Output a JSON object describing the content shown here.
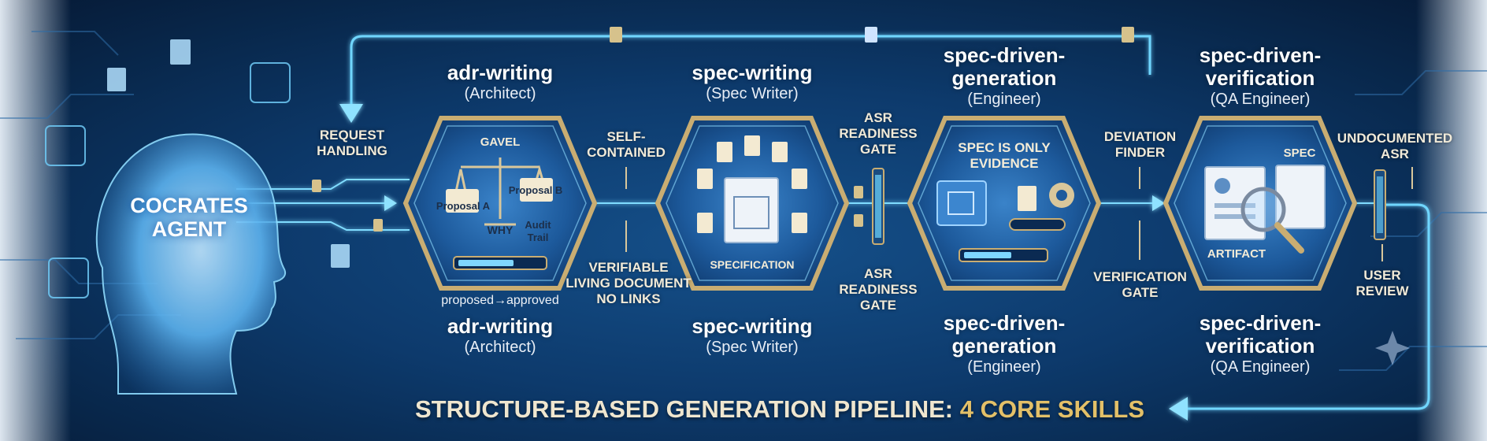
{
  "agent": {
    "line1": "COCRATES",
    "line2": "AGENT"
  },
  "title": {
    "main": "STRUCTURE-BASED GENERATION PIPELINE:",
    "highlight": "4 CORE SKILLS"
  },
  "skills": [
    {
      "top_name": "adr-writing",
      "top_role": "(Architect)",
      "bottom_name": "adr-writing",
      "bottom_role": "(Architect)",
      "inner": {
        "gavel": "GAVEL",
        "proposal_a": "Proposal A",
        "proposal_b": "Proposal B",
        "why": "WHY",
        "audit": "Audit Trail"
      },
      "caption": "proposed→approved"
    },
    {
      "top_name": "spec-writing",
      "top_role": "(Spec Writer)",
      "bottom_name": "spec-writing",
      "bottom_role": "(Spec Writer)",
      "inner": {
        "label": "SPECIFICATION"
      }
    },
    {
      "top_name_1": "spec-driven-",
      "top_name_2": "generation",
      "top_role": "(Engineer)",
      "bottom_name_1": "spec-driven-",
      "bottom_name_2": "generation",
      "bottom_role": "(Engineer)",
      "inner": {
        "label_1": "SPEC IS ONLY",
        "label_2": "EVIDENCE"
      }
    },
    {
      "top_name_1": "spec-driven-",
      "top_name_2": "verification",
      "top_role": "(QA Engineer)",
      "bottom_name_1": "spec-driven-",
      "bottom_name_2": "verification",
      "bottom_role": "(QA Engineer)",
      "inner": {
        "spec": "SPEC",
        "artifact": "ARTIFACT"
      }
    }
  ],
  "labels": {
    "request_1": "REQUEST",
    "request_2": "HANDLING",
    "self_1": "SELF-",
    "self_2": "CONTAINED",
    "verifiable_1": "VERIFIABLE",
    "verifiable_2": "LIVING DOCUMENT",
    "verifiable_3": "NO LINKS",
    "asr_top_1": "ASR",
    "asr_top_2": "READINESS",
    "asr_top_3": "GATE",
    "asr_bot_1": "ASR",
    "asr_bot_2": "READINESS",
    "asr_bot_3": "GATE",
    "deviation_1": "DEVIATION",
    "deviation_2": "FINDER",
    "verification_1": "VERIFICATION",
    "verification_2": "GATE",
    "undoc_1": "UNDOCUMENTED",
    "undoc_2": "ASR",
    "review_1": "USER",
    "review_2": "REVIEW"
  },
  "colors": {
    "background": "#0d3a6c",
    "hex_border": "#c9ad72",
    "glow": "#5fd0ff",
    "title_highlight": "#e3c068"
  }
}
